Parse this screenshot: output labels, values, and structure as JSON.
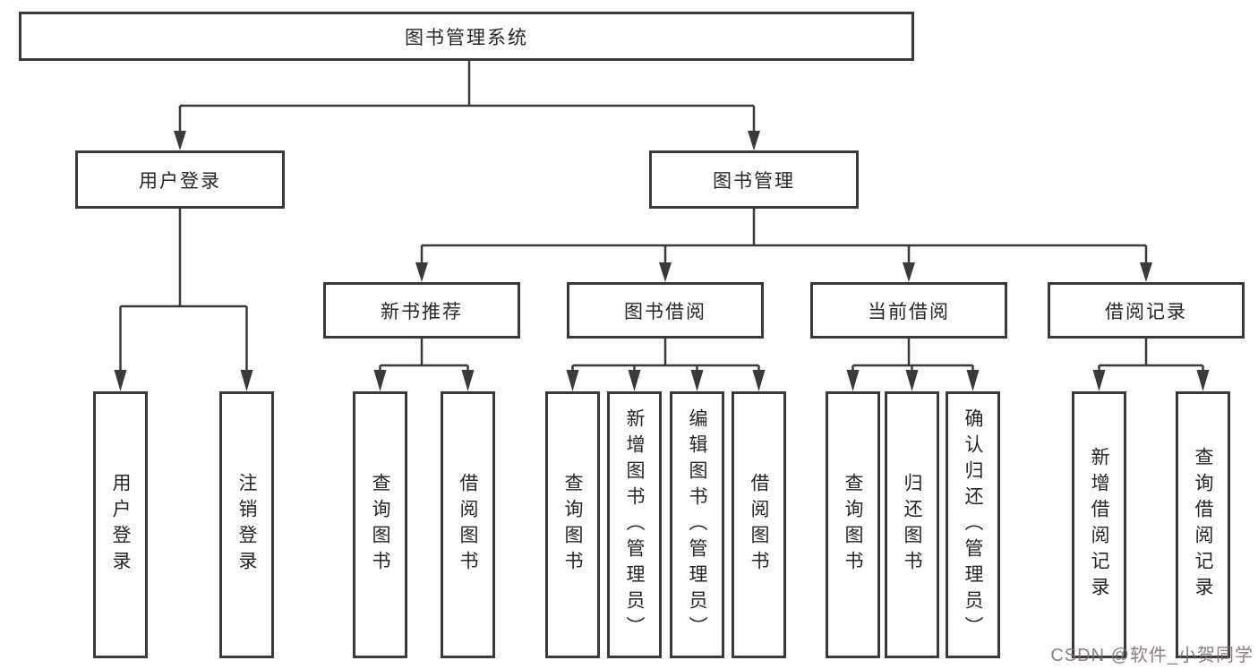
{
  "diagram": {
    "root": {
      "label": "图书管理系统"
    },
    "branches": [
      {
        "label": "用户登录",
        "children": [
          {
            "label": "用户登录"
          },
          {
            "label": "注销登录"
          }
        ]
      },
      {
        "label": "图书管理",
        "children": [
          {
            "label": "新书推荐",
            "children": [
              {
                "label": "查询图书"
              },
              {
                "label": "借阅图书"
              }
            ]
          },
          {
            "label": "图书借阅",
            "children": [
              {
                "label": "查询图书"
              },
              {
                "label": "新增图书（管理员）"
              },
              {
                "label": "编辑图书（管理员）"
              },
              {
                "label": "借阅图书"
              }
            ]
          },
          {
            "label": "当前借阅",
            "children": [
              {
                "label": "查询图书"
              },
              {
                "label": "归还图书"
              },
              {
                "label": "确认归还（管理员）"
              }
            ]
          },
          {
            "label": "借阅记录",
            "children": [
              {
                "label": "新增借阅记录"
              },
              {
                "label": "查询借阅记录"
              }
            ]
          }
        ]
      }
    ],
    "line_color": "#3a3a3a",
    "box_fill": "#ffffff"
  },
  "watermark": {
    "text": "CSDN @软件_小贺同学"
  }
}
